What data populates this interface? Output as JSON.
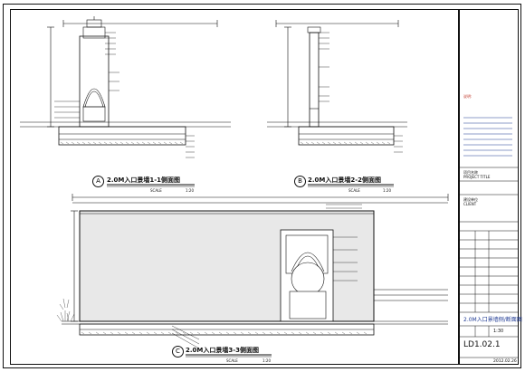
{
  "sections": [
    {
      "letter": "A",
      "title": "2.0M入口景墙1-1侧面图",
      "scale_label": "SCALE",
      "scale_value": "1:20"
    },
    {
      "letter": "B",
      "title": "2.0M入口景墙2-2侧面图",
      "scale_label": "SCALE",
      "scale_value": "1:20"
    },
    {
      "letter": "C",
      "title": "2.0M入口景墙3-3侧面图",
      "scale_label": "SCALE",
      "scale_value": "1:20"
    }
  ],
  "title_block": {
    "project_label": "项目名称",
    "project_en": "PROJECT TITLE",
    "notes_label": "说明:",
    "client_label": "建设单位",
    "client_en": "CLIENT",
    "drawing_title": "2.0M入口景墙侧/断面图",
    "scale": "1:30",
    "sheet_no": "LD1.02.1",
    "date": "2012.02.26"
  },
  "colors": {
    "line": "#111111",
    "red": "#c0392b",
    "blue": "#1f3a93",
    "hatch": "#444444"
  }
}
